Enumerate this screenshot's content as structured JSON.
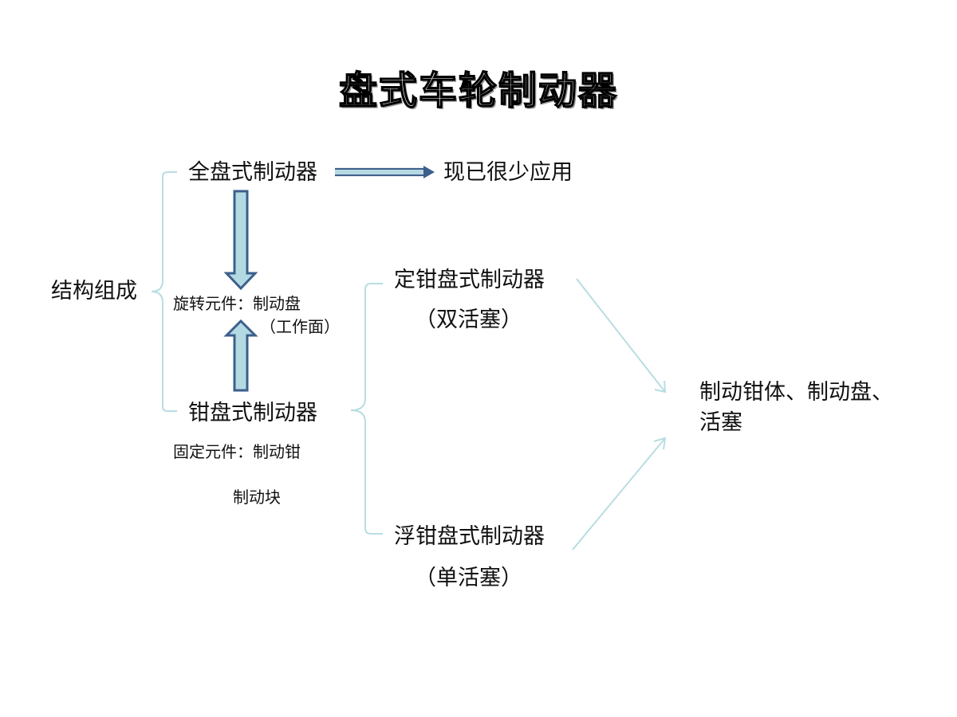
{
  "title": "盘式车轮制动器",
  "structure_label": "结构组成",
  "full_disc": {
    "label": "全盘式制动器",
    "note": "现已很少应用"
  },
  "rotating_element": {
    "line1": "旋转元件：制动盘",
    "line2": "（工作面）"
  },
  "caliper_disc": {
    "label": "钳盘式制动器",
    "fixed_element_line1": "固定元件：制动钳",
    "fixed_element_line2": "制动块"
  },
  "fixed_caliper": {
    "label": "定钳盘式制动器",
    "sub": "（双活塞）"
  },
  "floating_caliper": {
    "label": "浮钳盘式制动器",
    "sub": "（单活塞）"
  },
  "result": {
    "label": "制动钳体、制动盘、活塞"
  },
  "colors": {
    "bracket_line": "#b8dde2",
    "arrow_fill": "#b3dae2",
    "arrow_stroke": "#3c5f8c",
    "arrow_dark": "#2f4f7f"
  }
}
